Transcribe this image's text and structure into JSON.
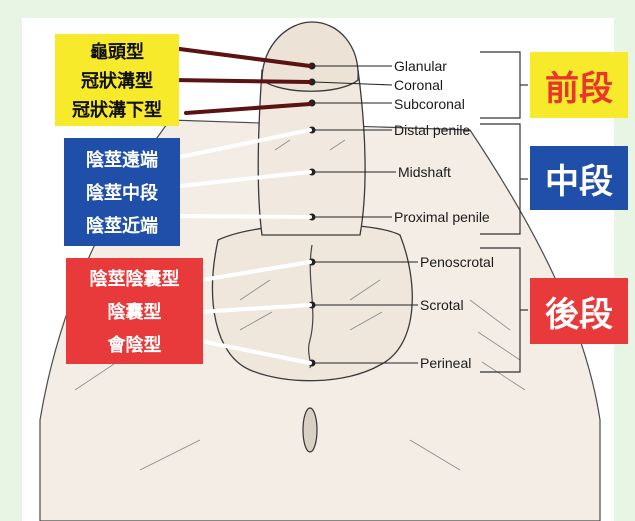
{
  "left_labels": {
    "yellow": [
      "龜頭型",
      "冠狀溝型",
      "冠狀溝下型"
    ],
    "blue": [
      "陰莖遠端",
      "陰莖中段",
      "陰莖近端"
    ],
    "red": [
      "陰莖陰囊型",
      "陰囊型",
      "會陰型"
    ]
  },
  "right_labels": [
    "Glanular",
    "Coronal",
    "Subcoronal",
    "Distal penile",
    "Midshaft",
    "Proximal penile",
    "Penoscrotal",
    "Scrotal",
    "Perineal"
  ],
  "segments": {
    "front": "前段",
    "middle": "中段",
    "back": "後段"
  },
  "colors": {
    "yellow": "#f6ea2a",
    "blue": "#1f4fa8",
    "red": "#e83a3a",
    "segment_text_on_yellow": "#e8362f",
    "background": "#e8f4e4"
  }
}
